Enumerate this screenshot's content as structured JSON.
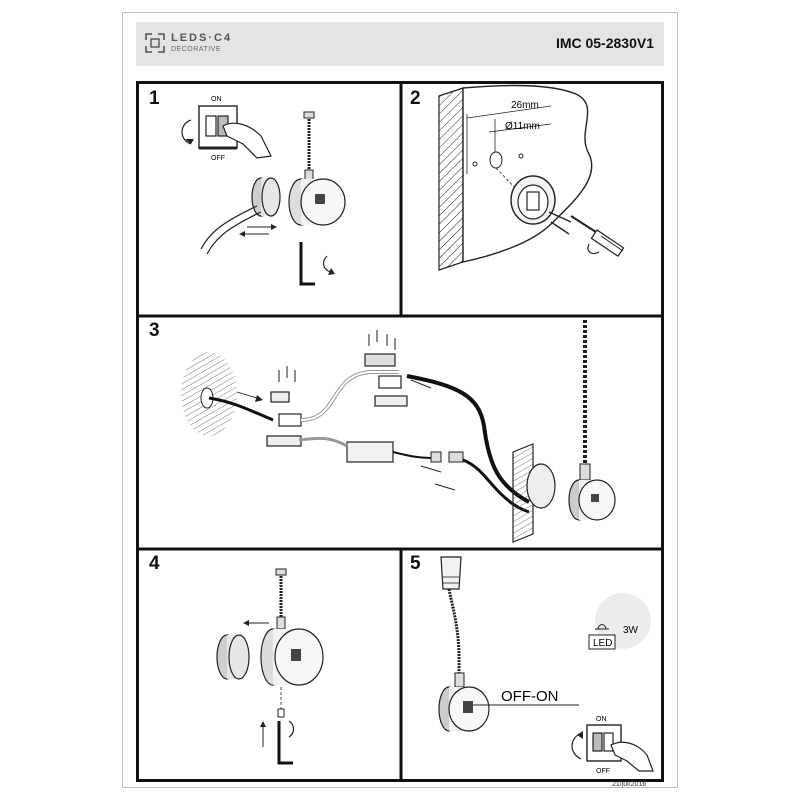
{
  "header": {
    "brand_name": "LEDS·C4",
    "brand_sub": "DECORATIVE",
    "product_code": "IMC 05-2830V1"
  },
  "steps": {
    "s1": "1",
    "s2": "2",
    "s3": "3",
    "s4": "4",
    "s5": "5"
  },
  "labels": {
    "switch_on": "ON",
    "switch_off": "OFF",
    "dim_26": "26mm",
    "dim_11": "Ø11mm",
    "off_on": "OFF-ON",
    "led": "LED",
    "watt": "3W"
  },
  "footer": {
    "date": "21/jul/2016"
  }
}
